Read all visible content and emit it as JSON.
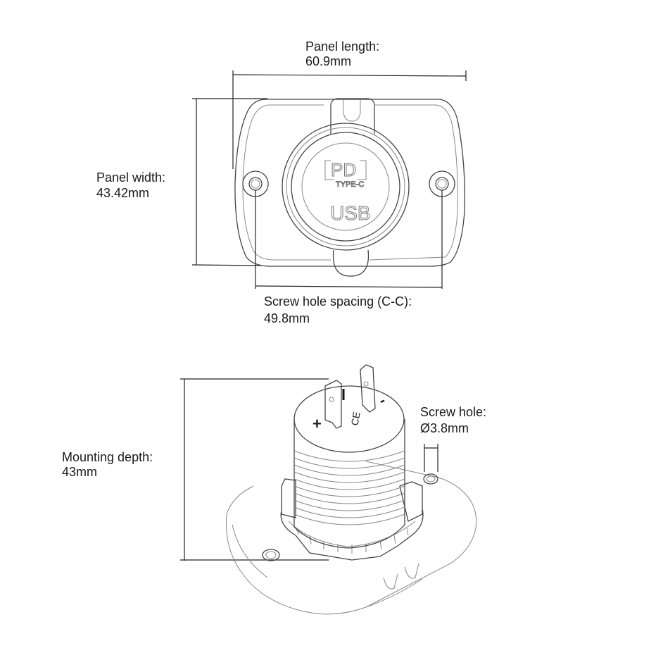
{
  "top_view": {
    "panel_length": {
      "label": "Panel length:",
      "value": "60.9mm"
    },
    "panel_width": {
      "label": "Panel width:",
      "value": "43.42mm"
    },
    "screw_spacing": {
      "label": "Screw hole spacing (C-C):",
      "value": "49.8mm"
    },
    "socket_marks": {
      "pd": "PD",
      "type": "TYPE-C",
      "usb": "USB"
    }
  },
  "side_view": {
    "mounting_depth": {
      "label": "Mounting depth:",
      "value": "43mm"
    },
    "screw_hole": {
      "label": "Screw hole:",
      "value": "Ø3.8mm"
    },
    "terminal_marks": {
      "plus": "+",
      "minus": "-",
      "ce": "CE"
    }
  }
}
